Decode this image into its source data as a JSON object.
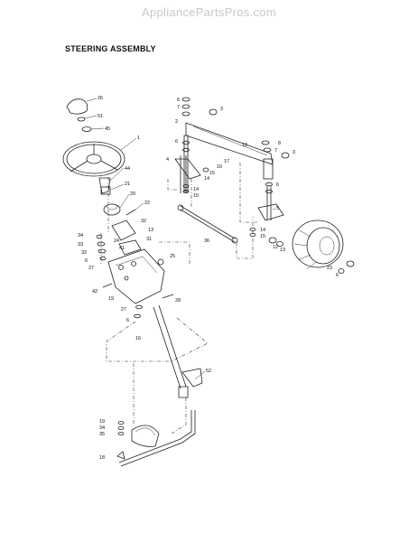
{
  "watermark": "AppliancePartsPros.com",
  "title": "STEERING ASSEMBLY",
  "callouts": [
    "26",
    "51",
    "45",
    "1",
    "44",
    "21",
    "20",
    "22",
    "32",
    "34",
    "33",
    "32",
    "6",
    "27",
    "24",
    "41",
    "31",
    "13",
    "25",
    "42",
    "19",
    "27",
    "6",
    "28",
    "16",
    "52",
    "19",
    "34",
    "35",
    "18",
    "6",
    "7",
    "3",
    "2",
    "6",
    "12",
    "8",
    "7",
    "3",
    "4",
    "10",
    "15",
    "14",
    "17",
    "14",
    "15",
    "6",
    "5",
    "36",
    "14",
    "15",
    "12",
    "13",
    "23",
    "6"
  ]
}
